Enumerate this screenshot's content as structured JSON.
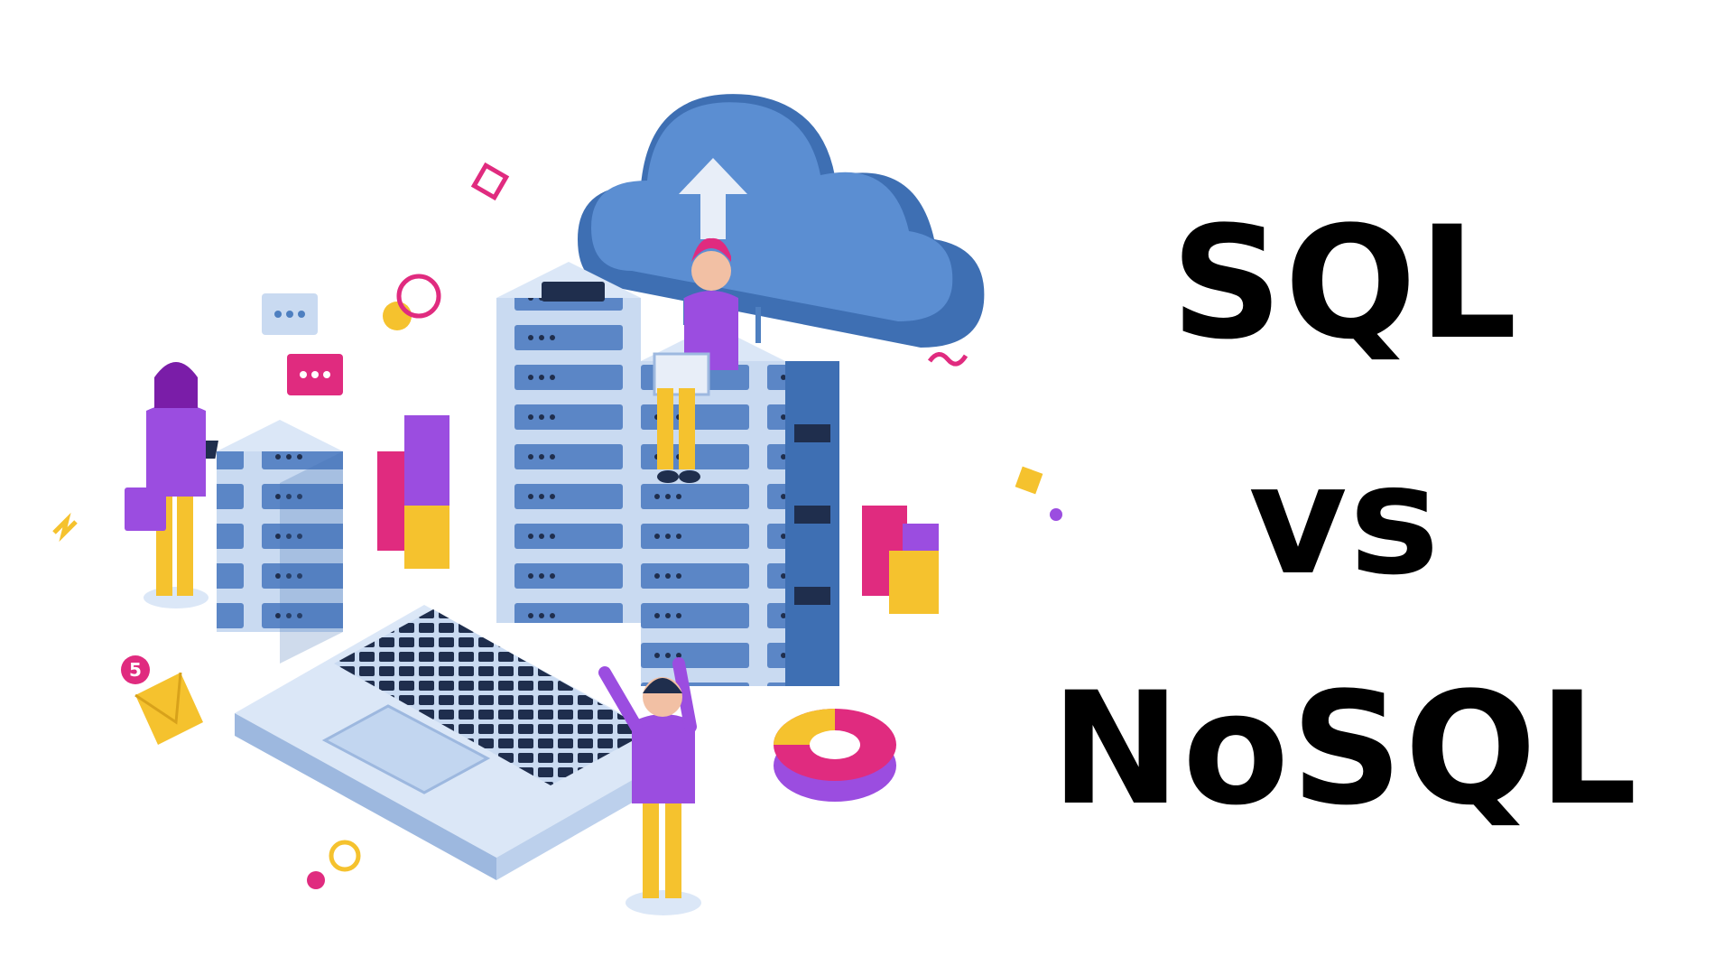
{
  "headline": {
    "line1": "SQL",
    "line2": "vs",
    "line3": "NoSQL"
  },
  "illustration": {
    "mail_badge_count": "5",
    "colors": {
      "text": "#000000",
      "background": "#ffffff",
      "server_blue": "#4e7fc0",
      "server_light": "#c9daf1",
      "purple": "#9b4de0",
      "magenta": "#e02b7f",
      "yellow": "#f5c22e",
      "navy": "#1f2e4d"
    },
    "icons": [
      "cloud-upload-icon",
      "server-rack-icon",
      "laptop-icon",
      "envelope-icon",
      "bar-blocks-icon",
      "donut-chart-icon",
      "chat-bubble-icon"
    ]
  }
}
